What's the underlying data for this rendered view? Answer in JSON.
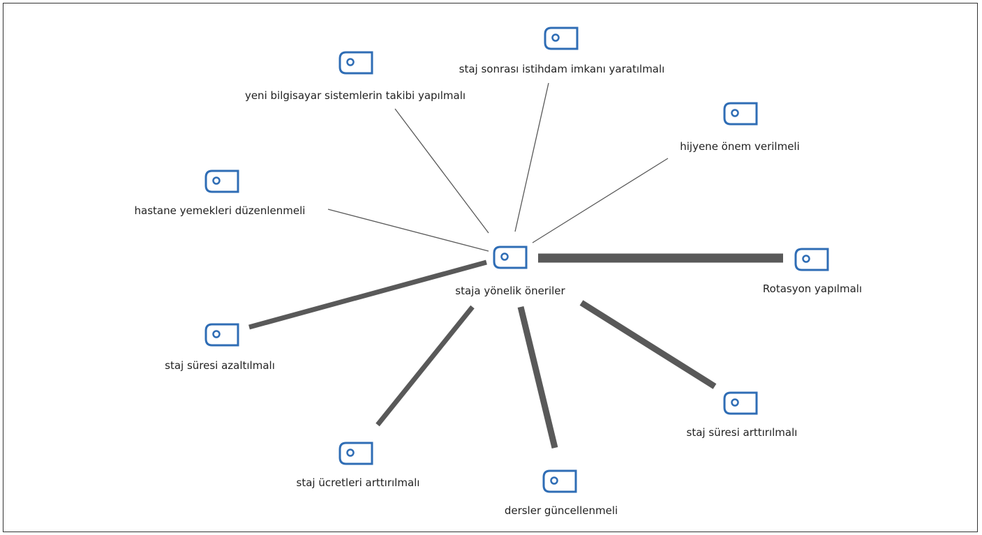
{
  "diagram": {
    "center": {
      "id": "center",
      "label": "staja yönelik öneriler",
      "icon": "code-node-icon"
    },
    "nodes": [
      {
        "id": "n-staj-sonrasi",
        "label": "staj sonrası istihdam imkanı yaratılmalı",
        "icon": "code-node-icon",
        "weight": 1
      },
      {
        "id": "n-yeni-bilgisayar",
        "label": "yeni bilgisayar sistemlerin takibi yapılmalı",
        "icon": "code-node-icon",
        "weight": 1
      },
      {
        "id": "n-hijyene",
        "label": "hijyene önem verilmeli",
        "icon": "code-node-icon",
        "weight": 1
      },
      {
        "id": "n-hastane",
        "label": "hastane yemekleri düzenlenmeli",
        "icon": "code-node-icon",
        "weight": 1
      },
      {
        "id": "n-rotasyon",
        "label": "Rotasyon yapılmalı",
        "icon": "code-node-icon",
        "weight": 4
      },
      {
        "id": "n-staj-azalt",
        "label": "staj süresi azaltılmalı",
        "icon": "code-node-icon",
        "weight": 2
      },
      {
        "id": "n-staj-artir",
        "label": "staj süresi arttırılmalı",
        "icon": "code-node-icon",
        "weight": 3
      },
      {
        "id": "n-ucret",
        "label": "staj ücretleri arttırılmalı",
        "icon": "code-node-icon",
        "weight": 2
      },
      {
        "id": "n-dersler",
        "label": "dersler güncellenmeli",
        "icon": "code-node-icon",
        "weight": 3
      }
    ],
    "colors": {
      "icon_stroke": "#2f6db5",
      "edge": "#595959",
      "text": "#222222",
      "frame": "#333333"
    }
  }
}
